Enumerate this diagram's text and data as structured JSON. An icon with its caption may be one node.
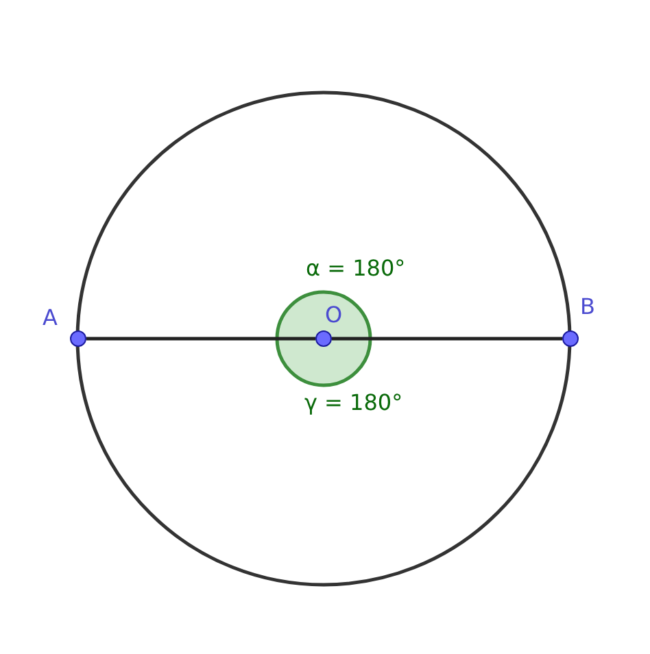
{
  "diagram": {
    "nodes": [
      {
        "text": [],
        "shape": "circle",
        "beside": [
          "A"
        ]
      },
      {
        "text": [],
        "shape": "circle",
        "beside": [
          "O"
        ]
      },
      {
        "text": [],
        "shape": "circle",
        "beside": [
          "B"
        ]
      }
    ],
    "edges": [
      {
        "from": 0,
        "to": 1,
        "arrow": "none"
      },
      {
        "from": 1,
        "to": 2,
        "arrow": "none"
      }
    ],
    "labels": [
      "α = 180°",
      "γ = 180°"
    ]
  }
}
